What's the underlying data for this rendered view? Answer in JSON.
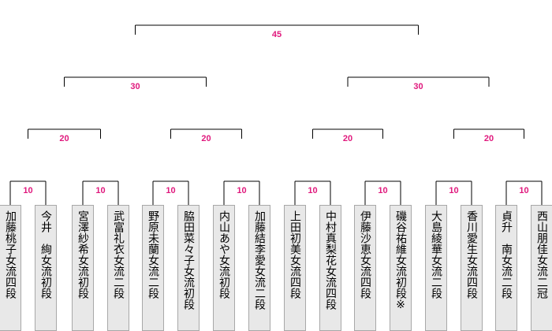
{
  "colors": {
    "line": "#000000",
    "label": "#e0197d",
    "box_bg": "#e8e8e8",
    "box_border": "#a8a8a8"
  },
  "rounds": {
    "r1": "10",
    "r2": "20",
    "r3": "30",
    "final": "45"
  },
  "players": [
    "加藤桃子女流四段",
    "今井　絢女流初段",
    "宮澤紗希女流初段",
    "武富礼衣女流二段",
    "野原未蘭女流二段",
    "脇田菜々子女流初段",
    "内山あや女流初段",
    "加藤結李愛女流二段",
    "上田初美女流四段",
    "中村真梨花女流四段",
    "伊藤沙恵女流四段",
    "磯谷祐維女流初段※",
    "大島綾華女流二段",
    "香川愛生女流四段",
    "貞升　南女流二段",
    "西山朋佳女流二冠"
  ]
}
